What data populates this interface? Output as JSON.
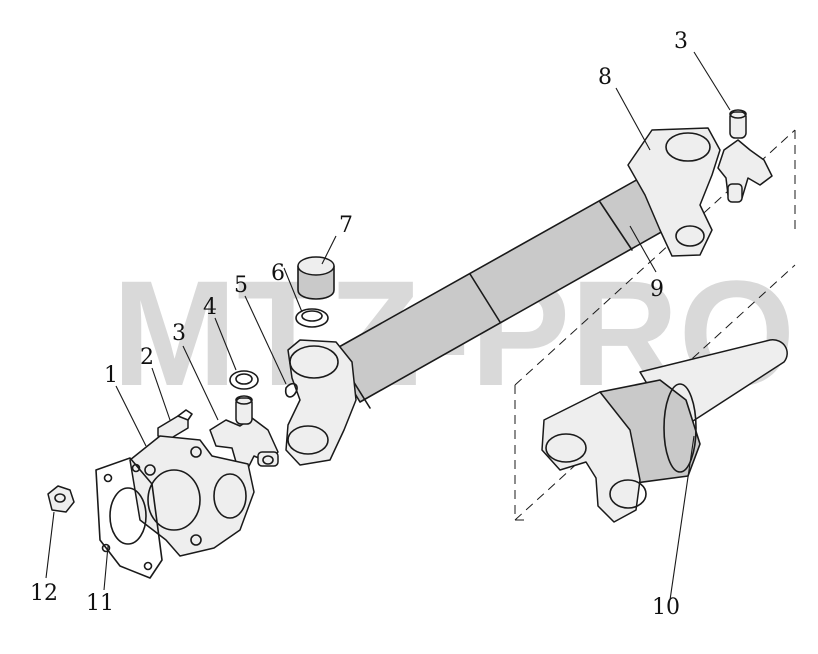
{
  "watermark": "MTZ-PRO",
  "callouts": {
    "c1": "1",
    "c2": "2",
    "c3a": "3",
    "c3b": "3",
    "c4": "4",
    "c5": "5",
    "c6": "6",
    "c7": "7",
    "c8": "8",
    "c9": "9",
    "c10": "10",
    "c11": "11",
    "c12": "12"
  }
}
